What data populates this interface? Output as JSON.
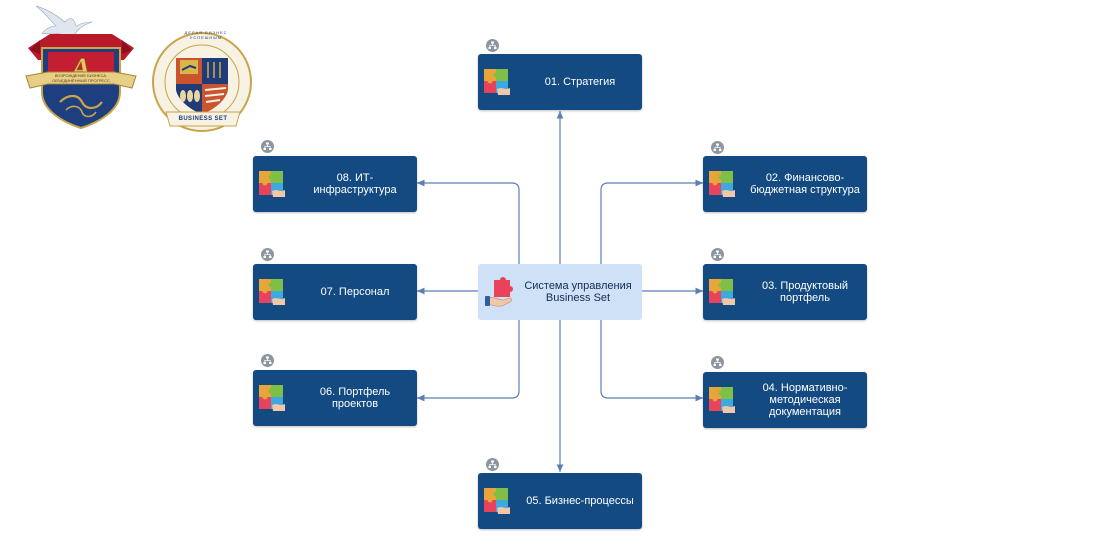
{
  "logos": {
    "left_text": "ВОЗРОЖДЕНИЕ БИЗНЕСА. ОБЪЕДИНЁННЫЙ ПРОГРЕСС",
    "right_ring_text": "ДЕЛАЯ БИЗНЕС УСПЕШНЫМ",
    "right_ribbon": "BUSINESS SET"
  },
  "center": {
    "label": "Система управления Business Set"
  },
  "nodes": [
    {
      "label": "01. Стратегия"
    },
    {
      "label": "02. Финансово-бюджетная структура"
    },
    {
      "label": "03. Продуктовый портфель"
    },
    {
      "label": "04. Нормативно-методическая документация"
    },
    {
      "label": "05. Бизнес-процессы"
    },
    {
      "label": "06. Портфель проектов"
    },
    {
      "label": "07. Персонал"
    },
    {
      "label": "08. ИТ-инфраструктура"
    }
  ],
  "colors": {
    "node_fill": "#144a82",
    "center_fill": "#cfe1f6",
    "connector": "#5b7fb4",
    "hierarchy_icon": "#8c96a0"
  },
  "icons": {
    "node": "puzzle-hand-icon",
    "hierarchy": "hierarchy-icon",
    "center": "hand-puzzle-icon"
  }
}
